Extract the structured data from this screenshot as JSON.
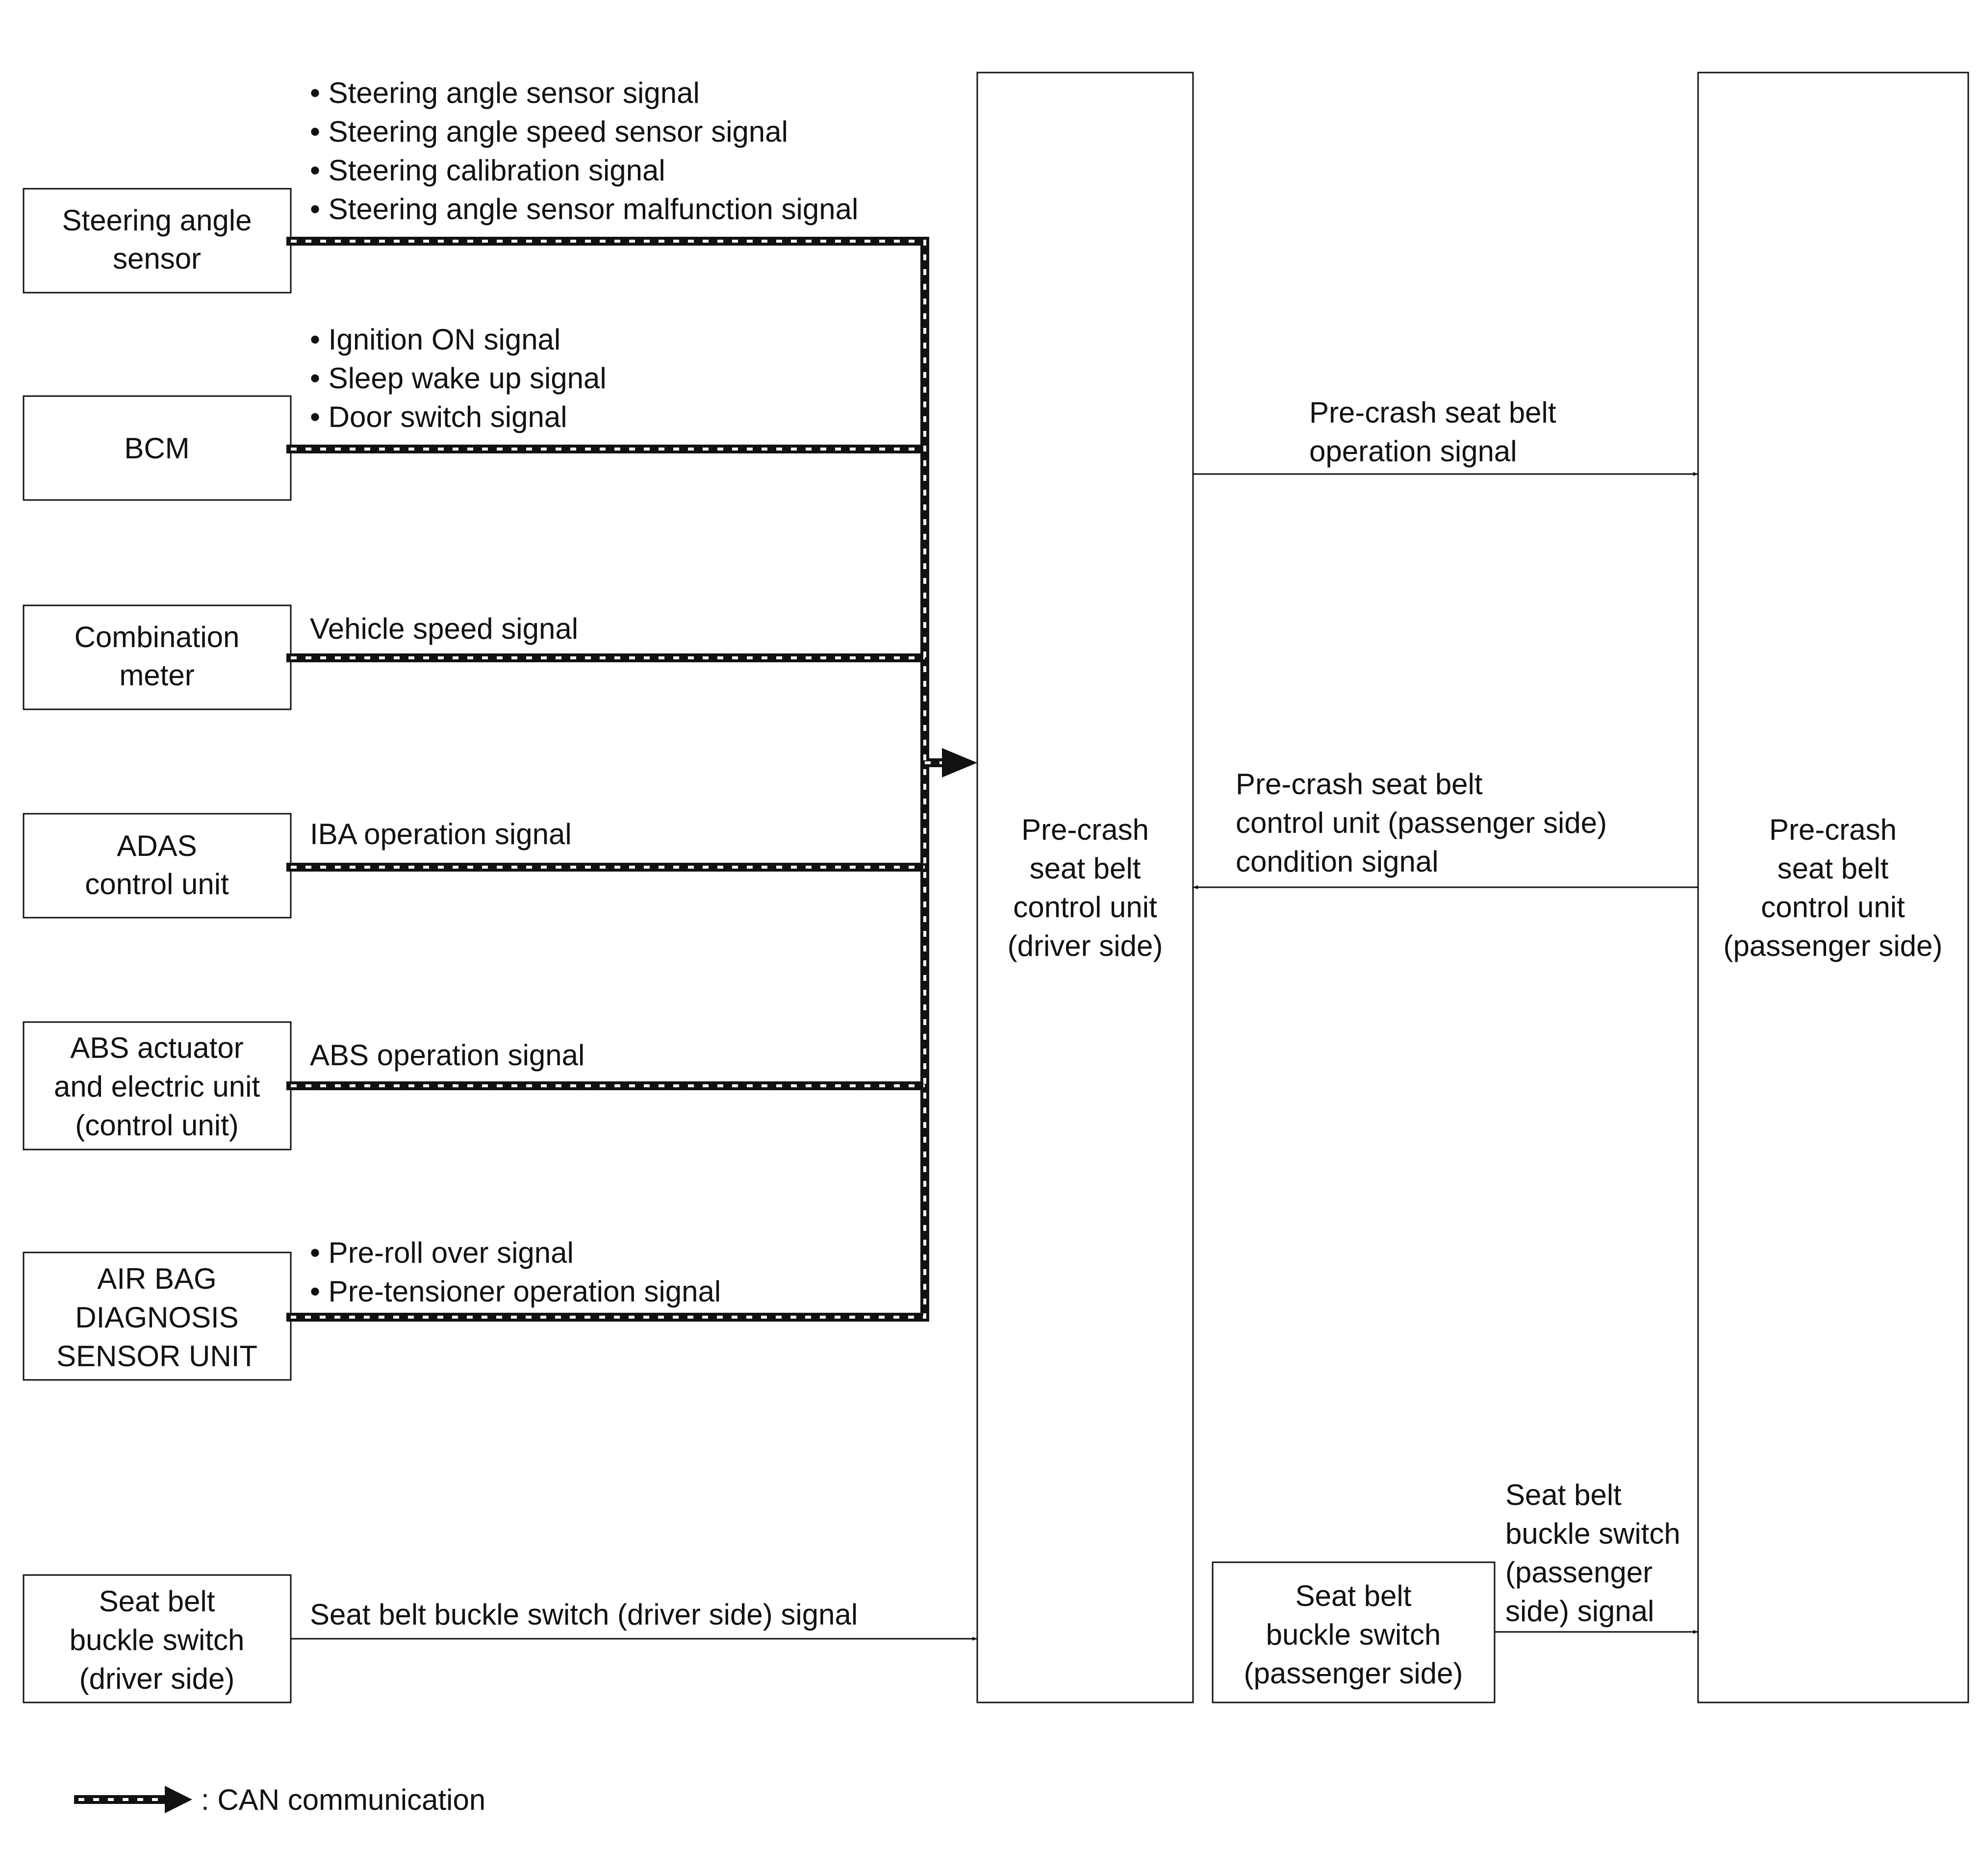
{
  "modules": {
    "steering_angle_sensor": [
      "Steering angle",
      "sensor"
    ],
    "bcm": [
      "BCM"
    ],
    "combination_meter": [
      "Combination",
      "meter"
    ],
    "adas_control_unit": [
      "ADAS",
      "control unit"
    ],
    "abs_unit": [
      "ABS actuator",
      "and electric unit",
      "(control unit)"
    ],
    "airbag_unit": [
      "AIR BAG",
      "DIAGNOSIS",
      "SENSOR UNIT"
    ],
    "buckle_switch_driver": [
      "Seat belt",
      "buckle switch",
      "(driver side)"
    ],
    "control_unit_driver": [
      "Pre-crash",
      "seat belt",
      "control unit",
      "(driver side)"
    ],
    "control_unit_passenger": [
      "Pre-crash",
      "seat belt",
      "control unit",
      "(passenger side)"
    ],
    "buckle_switch_passenger": [
      "Seat belt",
      "buckle switch",
      "(passenger side)"
    ]
  },
  "signals": {
    "steering": [
      "• Steering angle sensor signal",
      "• Steering angle speed sensor signal",
      "• Steering calibration signal",
      "• Steering angle sensor malfunction signal"
    ],
    "bcm": [
      "• Ignition ON signal",
      "• Sleep wake up signal",
      "• Door switch signal"
    ],
    "meter": [
      "Vehicle speed signal"
    ],
    "adas": [
      "IBA operation signal"
    ],
    "abs": [
      "ABS operation signal"
    ],
    "airbag": [
      "• Pre-roll over signal",
      "• Pre-tensioner operation signal"
    ],
    "buckle_driver": [
      "Seat belt buckle switch (driver side) signal"
    ],
    "operation": [
      "Pre-crash seat belt",
      "operation signal"
    ],
    "condition": [
      "Pre-crash seat belt",
      "control unit (passenger side)",
      "condition signal"
    ],
    "buckle_passenger": [
      "Seat belt",
      "buckle switch",
      "(passenger",
      "side) signal"
    ]
  },
  "legend": {
    "label": ": CAN communication"
  }
}
